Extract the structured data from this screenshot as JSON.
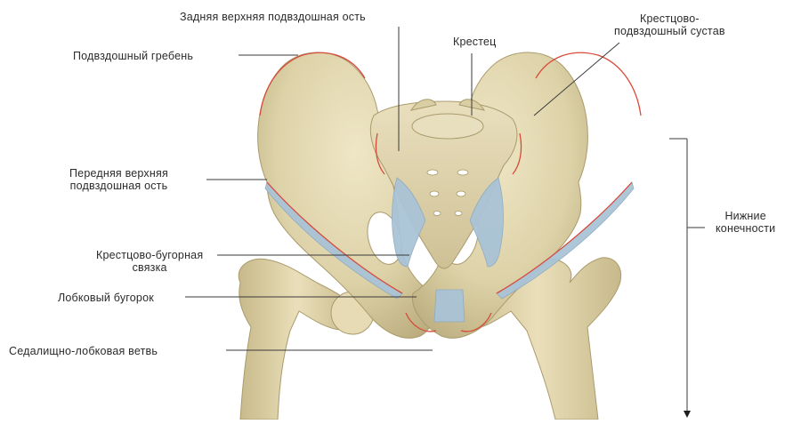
{
  "labels": {
    "posterior_superior_iliac_spine": "Задняя верхняя подвздошная ость",
    "sacrum": "Крестец",
    "sacroiliac_joint_line1": "Крестцово-",
    "sacroiliac_joint_line2": "подвздошный сустав",
    "iliac_crest": "Подвздошный гребень",
    "anterior_superior_iliac_spine_line1": "Передняя верхняя",
    "anterior_superior_iliac_spine_line2": "подвздошная ость",
    "sacrotuberous_ligament_line1": "Крестцово-бугорная",
    "sacrotuberous_ligament_line2": "связка",
    "pubic_tubercle": "Лобковый бугорок",
    "ischiopubic_ramus": "Седалищно-лобковая ветвь",
    "lower_limbs_line1": "Нижние",
    "lower_limbs_line2": "конечности"
  },
  "colors": {
    "bone": "#ddd2a8",
    "bone_shadow": "#b9ab7c",
    "bone_highlight": "#efe6c6",
    "ligament": "#a9c3d6",
    "articular_outline": "#d84a3a",
    "leader_line": "#3a3a3a"
  }
}
